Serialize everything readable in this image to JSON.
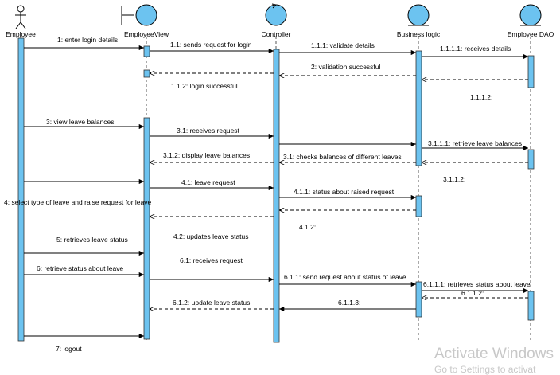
{
  "colors": {
    "activation": "#6cc3f0",
    "lifeline": "#555555",
    "arrow": "#000000",
    "icon_fill": "#6cc3f0",
    "watermark": "#c8c8c8"
  },
  "participants": [
    {
      "id": "employee",
      "name": "Employee",
      "kind": "actor"
    },
    {
      "id": "employeeview",
      "name": "EmployeeView",
      "kind": "boundary"
    },
    {
      "id": "controller",
      "name": "Controller",
      "kind": "control"
    },
    {
      "id": "businesslogic",
      "name": "Business logic",
      "kind": "entity"
    },
    {
      "id": "employeedao",
      "name": "Employee DAO",
      "kind": "entity"
    }
  ],
  "messages": [
    {
      "text": "1: enter login details",
      "from": "employee",
      "to": "employeeview",
      "style": "sync"
    },
    {
      "text": "1.1: sends request for login",
      "from": "employeeview",
      "to": "controller",
      "style": "sync"
    },
    {
      "text": "1.1.1: validate details",
      "from": "controller",
      "to": "businesslogic",
      "style": "sync"
    },
    {
      "text": "1.1.1.1: receives details",
      "from": "businesslogic",
      "to": "employeedao",
      "style": "sync"
    },
    {
      "text": "2: validation successful",
      "from": "businesslogic",
      "to": "controller",
      "style": "return"
    },
    {
      "text": "",
      "from": "employeedao",
      "to": "businesslogic",
      "style": "return"
    },
    {
      "text": "1.1.2: login successful",
      "from": "controller",
      "to": "employeeview",
      "style": "return"
    },
    {
      "text": "1.1.1.2:",
      "from": "",
      "to": "",
      "style": "label"
    },
    {
      "text": "3: view leave balances",
      "from": "employee",
      "to": "employeeview",
      "style": "sync"
    },
    {
      "text": "3.1: receives request",
      "from": "employeeview",
      "to": "controller",
      "style": "sync"
    },
    {
      "text": "",
      "from": "controller",
      "to": "businesslogic",
      "style": "sync"
    },
    {
      "text": "3.1.1.1: retrieve leave balances",
      "from": "businesslogic",
      "to": "employeedao",
      "style": "sync"
    },
    {
      "text": "3.1.2: display leave balances",
      "from": "controller",
      "to": "employeeview",
      "style": "return"
    },
    {
      "text": "3.1: checks balances of different leaves",
      "from": "businesslogic",
      "to": "controller",
      "style": "return"
    },
    {
      "text": "",
      "from": "employeedao",
      "to": "businesslogic",
      "style": "return"
    },
    {
      "text": "3.1.1.2:",
      "from": "",
      "to": "",
      "style": "label"
    },
    {
      "text": "",
      "from": "employee",
      "to": "employeeview",
      "style": "sync"
    },
    {
      "text": "4.1: leave request",
      "from": "employeeview",
      "to": "controller",
      "style": "sync"
    },
    {
      "text": "4.1.1: status about raised request",
      "from": "controller",
      "to": "businesslogic",
      "style": "sync"
    },
    {
      "text": "4: select type of  leave and raise request for leave",
      "from": "",
      "to": "",
      "style": "label"
    },
    {
      "text": "",
      "from": "businesslogic",
      "to": "controller",
      "style": "return"
    },
    {
      "text": "",
      "from": "controller",
      "to": "employeeview",
      "style": "return"
    },
    {
      "text": "4.1.2:",
      "from": "",
      "to": "",
      "style": "label"
    },
    {
      "text": "4.2: updates leave status",
      "from": "",
      "to": "",
      "style": "label"
    },
    {
      "text": "5: retrieves leave status",
      "from": "employee",
      "to": "employeeview",
      "style": "sync"
    },
    {
      "text": "6.1: receives request",
      "from": "",
      "to": "",
      "style": "label"
    },
    {
      "text": "6: retrieve status about leave",
      "from": "employee",
      "to": "employeeview",
      "style": "sync"
    },
    {
      "text": "",
      "from": "employeeview",
      "to": "controller",
      "style": "sync"
    },
    {
      "text": "6.1.1:  send request about status of leave",
      "from": "controller",
      "to": "businesslogic",
      "style": "sync"
    },
    {
      "text": "6.1.1.1: retrieves status about leave",
      "from": "businesslogic",
      "to": "employeedao",
      "style": "sync"
    },
    {
      "text": "6.1.1.2:",
      "from": "employeedao",
      "to": "businesslogic",
      "style": "return"
    },
    {
      "text": "6.1.2: update leave status",
      "from": "controller",
      "to": "employeeview",
      "style": "return"
    },
    {
      "text": "6.1.1.3:",
      "from": "businesslogic",
      "to": "controller",
      "style": "sync"
    },
    {
      "text": "",
      "from": "employee",
      "to": "employeeview",
      "style": "sync"
    },
    {
      "text": "7: logout",
      "from": "",
      "to": "",
      "style": "label"
    }
  ],
  "watermark": {
    "line1": "Activate Windows",
    "line2": "Go to Settings to activat"
  }
}
